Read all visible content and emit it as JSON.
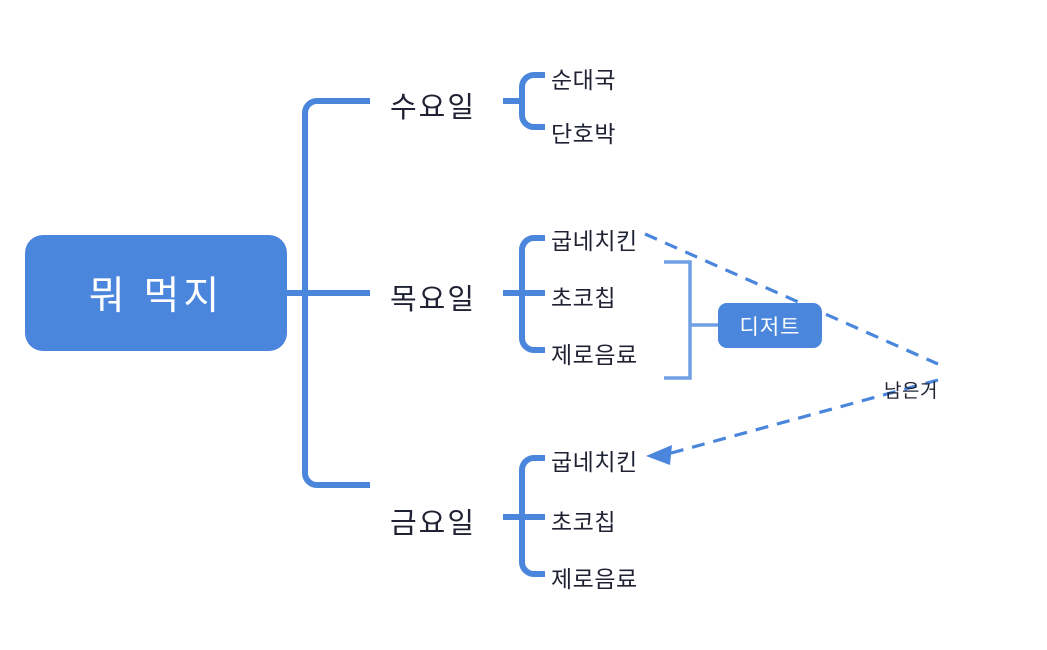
{
  "diagram": {
    "title": "뭐 먹지",
    "colors": {
      "node_fill": "#4a86dc",
      "connector": "#4a86dc",
      "bracket_light": "#6f9fe4",
      "text": "#1f2233",
      "node_text": "#ffffff",
      "background": "#ffffff"
    },
    "root": {
      "label": "뭐 먹지"
    },
    "branches": [
      {
        "day": "수요일",
        "items": [
          {
            "label": "순대국"
          },
          {
            "label": "단호박"
          }
        ]
      },
      {
        "day": "목요일",
        "items": [
          {
            "label": "굽네치킨"
          },
          {
            "label": "초코칩"
          },
          {
            "label": "제로음료"
          }
        ]
      },
      {
        "day": "금요일",
        "items": [
          {
            "label": "굽네치킨"
          },
          {
            "label": "초코칩"
          },
          {
            "label": "제로음료"
          }
        ]
      }
    ],
    "dessert_node": {
      "label": "디저트"
    },
    "annotation": {
      "label": "남은거"
    }
  }
}
